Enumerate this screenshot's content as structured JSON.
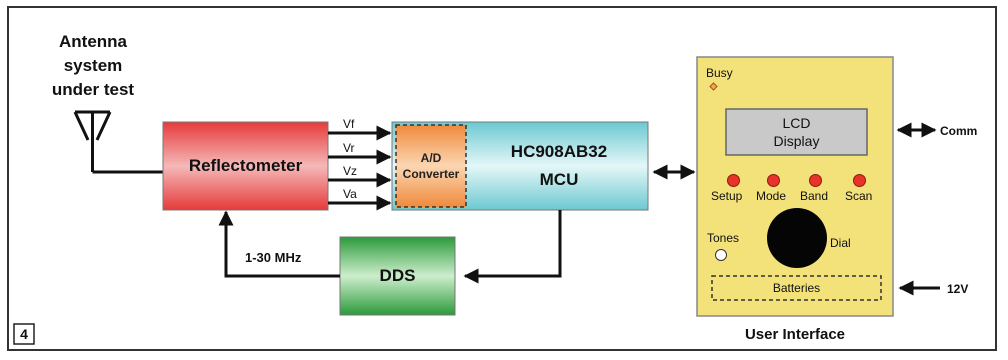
{
  "antenna": {
    "line1": "Antenna",
    "line2": "system",
    "line3": "under test"
  },
  "reflectometer": {
    "label": "Reflectometer"
  },
  "signals": [
    "Vf",
    "Vr",
    "Vz",
    "Va"
  ],
  "adc": {
    "line1": "A/D",
    "line2": "Converter"
  },
  "mcu": {
    "line1": "HC908AB32",
    "line2": "MCU"
  },
  "dds": {
    "label": "DDS",
    "freq": "1-30 MHz"
  },
  "ui": {
    "busy": "Busy",
    "lcd_line1": "LCD",
    "lcd_line2": "Display",
    "buttons": [
      "Setup",
      "Mode",
      "Band",
      "Scan"
    ],
    "tones": "Tones",
    "dial": "Dial",
    "batteries": "Batteries",
    "caption": "User Interface"
  },
  "comm": "Comm",
  "power": "12V",
  "figure_number": "4",
  "colors": {
    "reflectometer_top": "#e83a3a",
    "mcu": "#8fd6dc",
    "adc": "#f5a35a",
    "dds": "#2e9a3c",
    "ui_panel": "#f3e27a",
    "lcd": "#c9c9c9",
    "button": "#e8332a"
  }
}
